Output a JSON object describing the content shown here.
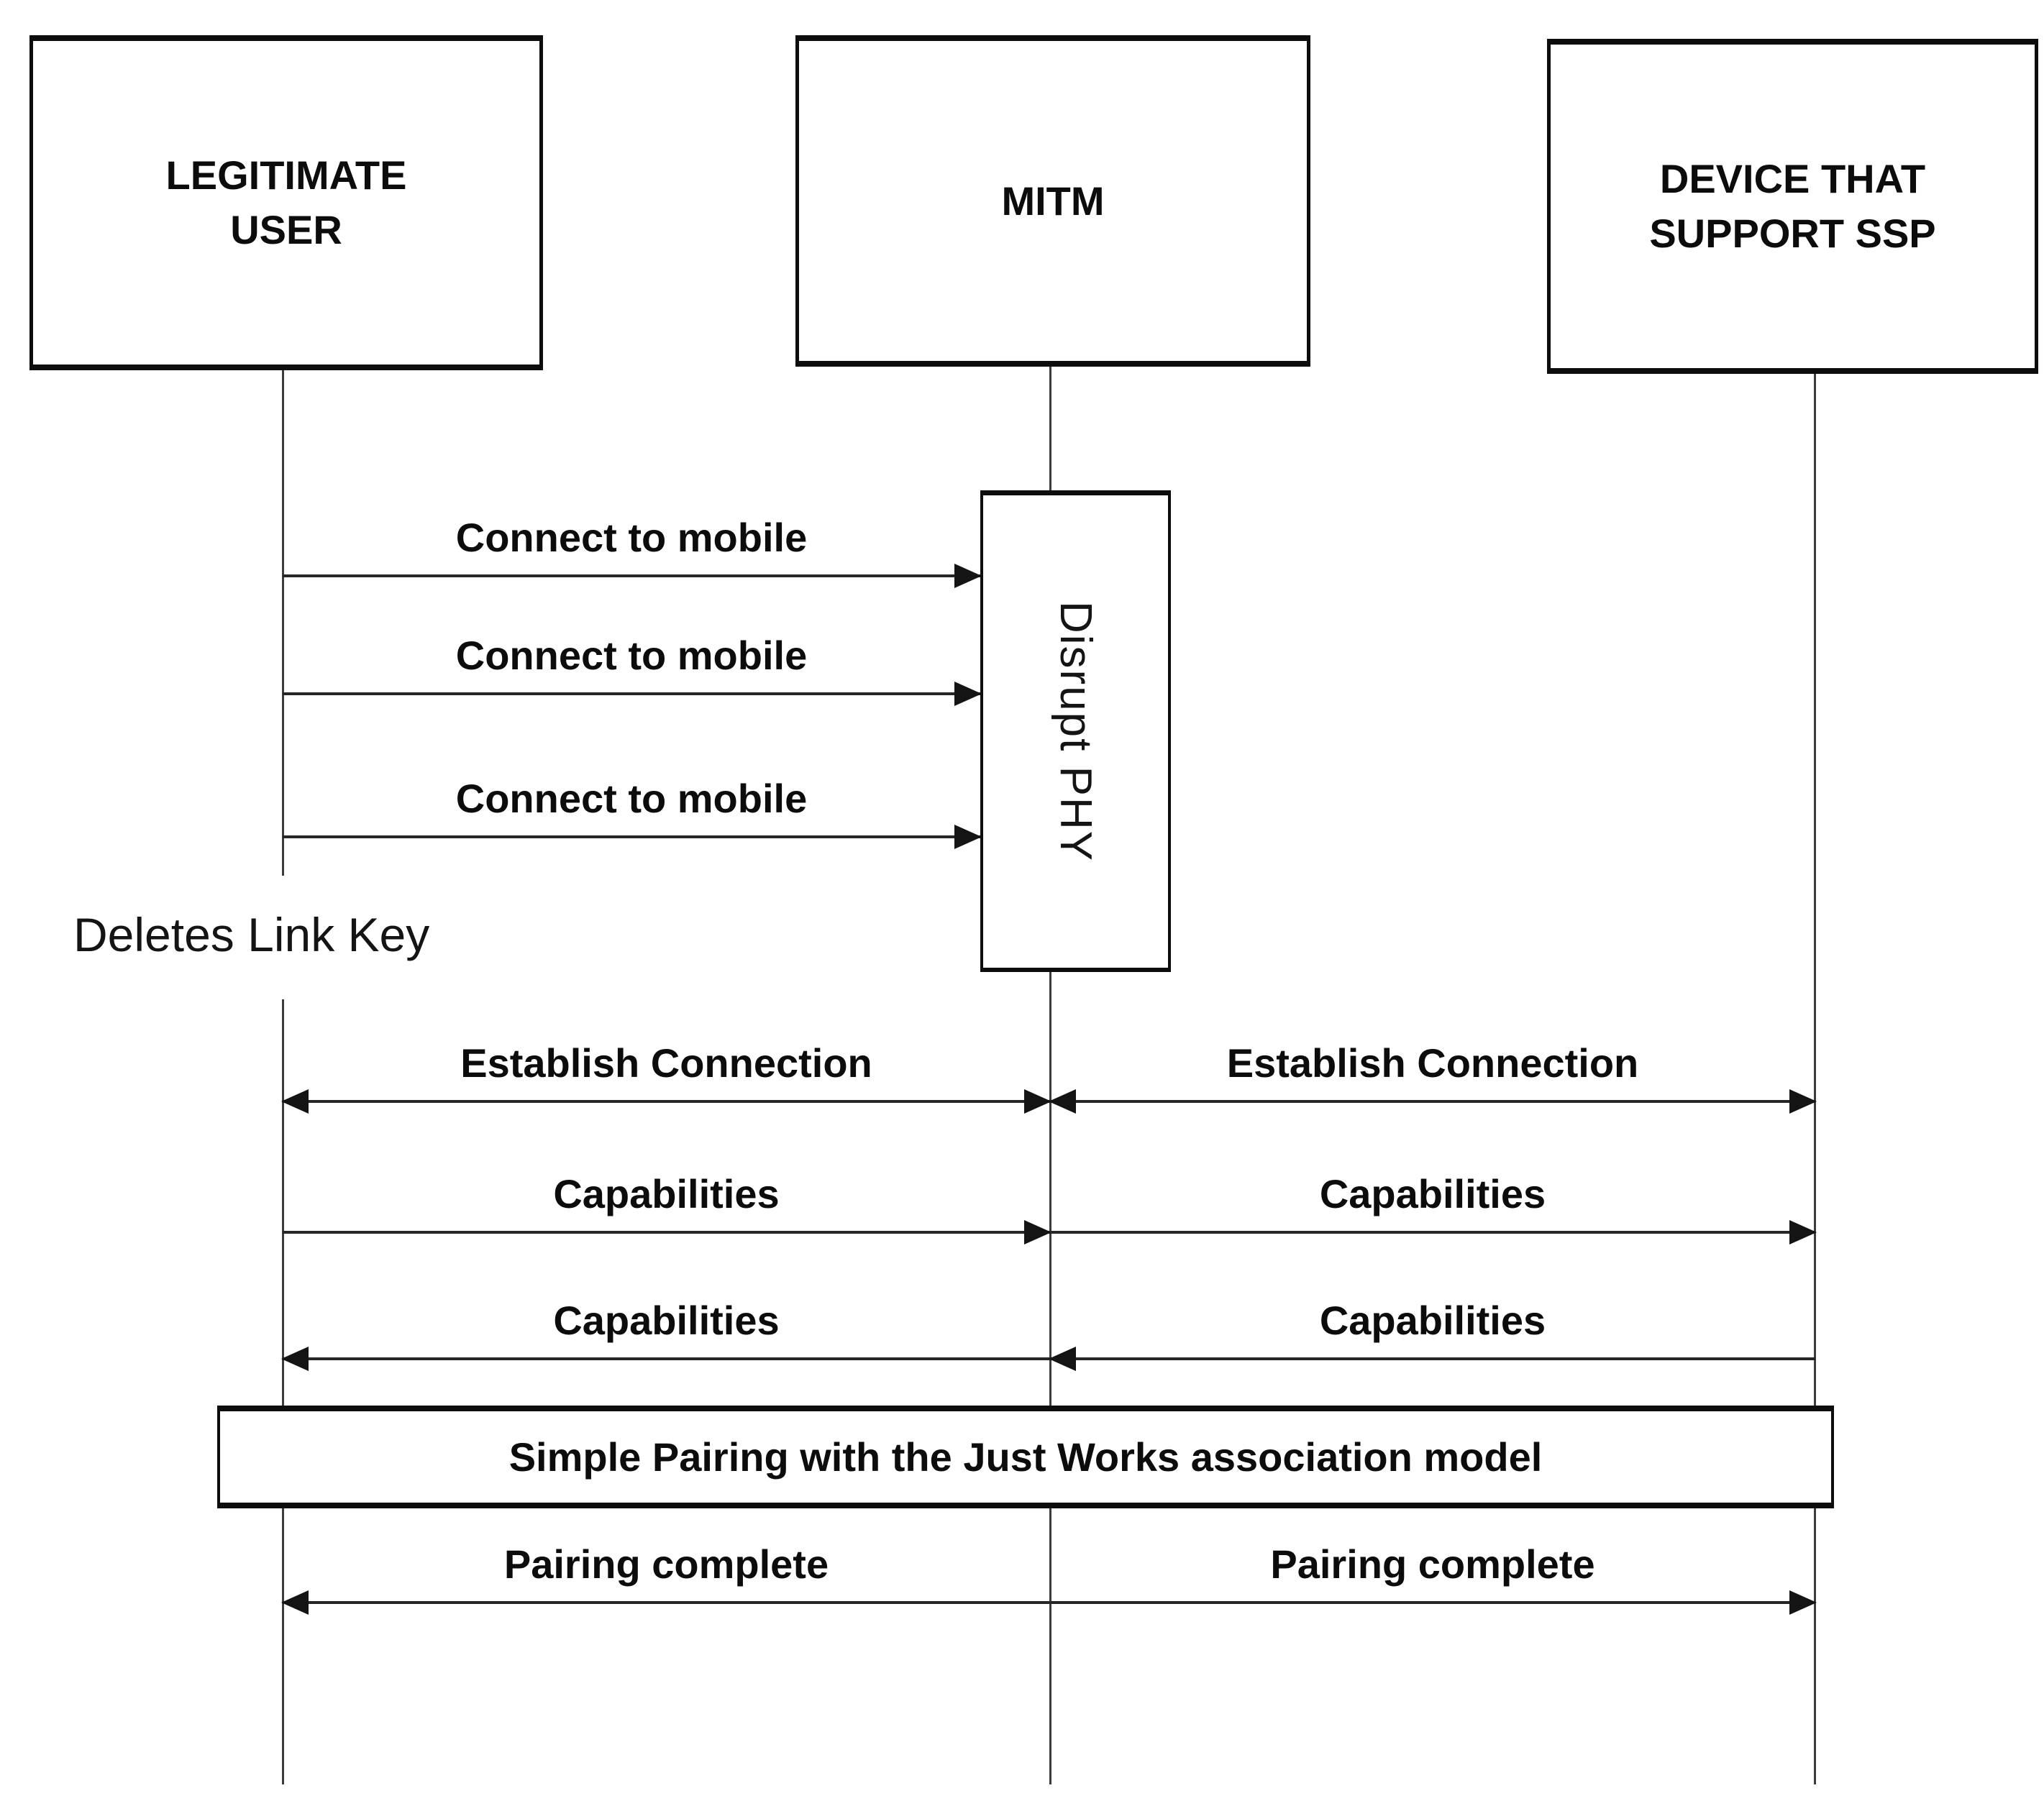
{
  "canvas": {
    "background": "#ffffff",
    "ink": "#0d0d0d",
    "line_color": "#262626"
  },
  "diagram_type": "sequence-diagram",
  "actors": [
    {
      "id": "legitimate-user",
      "label": "LEGITIMATE\nUSER"
    },
    {
      "id": "mitm",
      "label": "MITM"
    },
    {
      "id": "device-ssp",
      "label": "DEVICE THAT\nSUPPORT SSP"
    }
  ],
  "activation": {
    "label": "Disrupt PHY",
    "on": "mitm"
  },
  "note": {
    "label": "Deletes Link Key",
    "near": "legitimate-user"
  },
  "banner": {
    "label": "Simple Pairing with the Just Works association model"
  },
  "messages": [
    {
      "label": "Connect to mobile",
      "from": "legitimate-user",
      "to": "mitm",
      "bidirectional": false
    },
    {
      "label": "Connect to mobile",
      "from": "legitimate-user",
      "to": "mitm",
      "bidirectional": false
    },
    {
      "label": "Connect to mobile",
      "from": "legitimate-user",
      "to": "mitm",
      "bidirectional": false
    },
    {
      "label": "Establish Connection",
      "from": "legitimate-user",
      "to": "mitm",
      "bidirectional": true
    },
    {
      "label": "Establish Connection",
      "from": "mitm",
      "to": "device-ssp",
      "bidirectional": true
    },
    {
      "label": "Capabilities",
      "from": "legitimate-user",
      "to": "mitm",
      "bidirectional": false
    },
    {
      "label": "Capabilities",
      "from": "mitm",
      "to": "device-ssp",
      "bidirectional": false
    },
    {
      "label": "Capabilities",
      "from": "mitm",
      "to": "legitimate-user",
      "bidirectional": false
    },
    {
      "label": "Capabilities",
      "from": "device-ssp",
      "to": "mitm",
      "bidirectional": false
    },
    {
      "label": "Pairing complete",
      "from": "mitm",
      "to": "legitimate-user",
      "bidirectional": false
    },
    {
      "label": "Pairing complete",
      "from": "mitm",
      "to": "device-ssp",
      "bidirectional": false
    }
  ]
}
